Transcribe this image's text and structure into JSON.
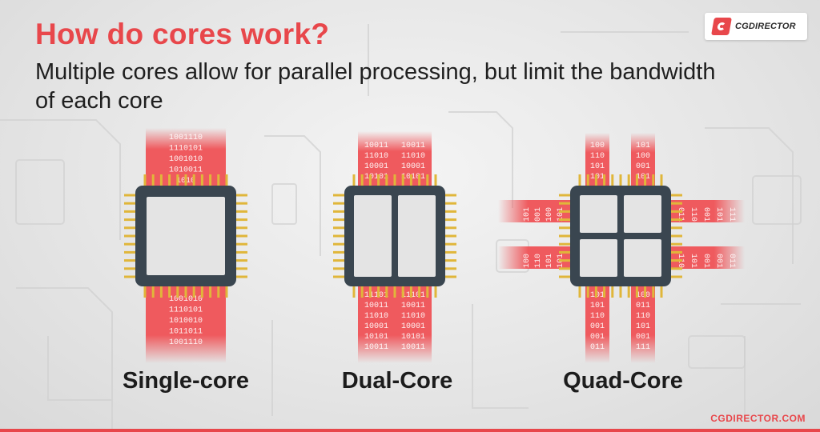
{
  "header": {
    "title": "How do cores work?",
    "subtitle": "Multiple cores allow for parallel processing, but limit the bandwidth of each core"
  },
  "brand": {
    "logo_text": "CGDIRECTOR",
    "site": "CGDIRECTOR.COM",
    "accent": "#e8474b"
  },
  "colors": {
    "stream": "#ef5a5e",
    "chip_body": "#3a4650",
    "core_fill": "#e4e4e4",
    "pins": "#e0b63a"
  },
  "chips": [
    {
      "label": "Single-core",
      "cores": 1,
      "top_bits": [
        "1001110",
        "1110101",
        "1001010",
        "1010011",
        "1010"
      ],
      "bottom_bits": [
        "1001010",
        "1110101",
        "1010010",
        "1011011",
        "1001110"
      ]
    },
    {
      "label": "Dual-Core",
      "cores": 2,
      "top_bits": [
        [
          "10011",
          "11010",
          "10001",
          "10101"
        ],
        [
          "10011",
          "11010",
          "10001",
          "10101"
        ]
      ],
      "bottom_bits": [
        [
          "11101",
          "10011",
          "11010",
          "10001",
          "10101",
          "10011"
        ],
        [
          "11101",
          "10011",
          "11010",
          "10001",
          "10101",
          "10011"
        ]
      ]
    },
    {
      "label": "Quad-Core",
      "cores": 4,
      "top_bits": [
        [
          "100",
          "110",
          "101",
          "101"
        ],
        [
          "101",
          "100",
          "001",
          "101"
        ]
      ],
      "bottom_bits": [
        [
          "101",
          "101",
          "110",
          "001",
          "001",
          "011"
        ],
        [
          "100",
          "011",
          "110",
          "101",
          "001",
          "111"
        ]
      ],
      "left_bits": [
        [
          "101",
          "001",
          "100",
          "101"
        ],
        [
          "100",
          "110",
          "101",
          "101"
        ]
      ],
      "right_bits": [
        [
          "011",
          "110",
          "001",
          "101",
          "111"
        ],
        [
          "110",
          "101",
          "001",
          "001",
          "011"
        ]
      ]
    }
  ]
}
